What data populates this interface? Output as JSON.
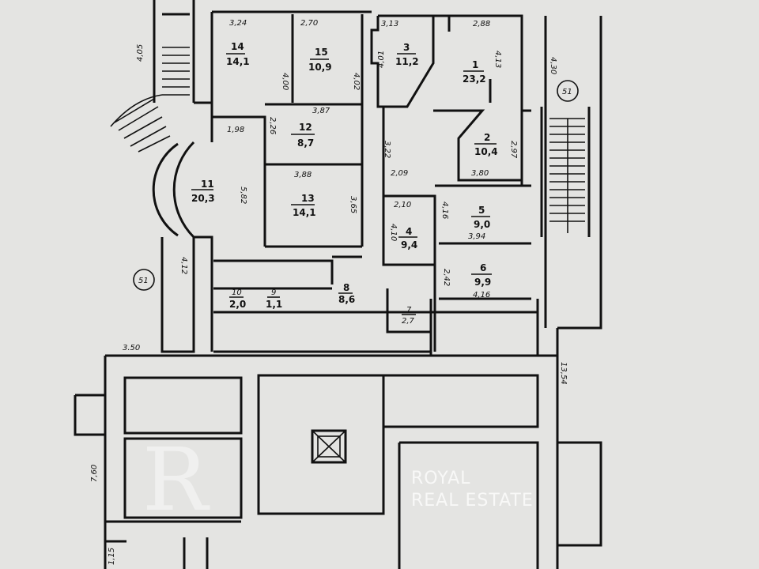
{
  "rooms": [
    {
      "number": "1",
      "area": "23,2"
    },
    {
      "number": "2",
      "area": "10,4"
    },
    {
      "number": "3",
      "area": "11,2"
    },
    {
      "number": "4",
      "area": "9,4"
    },
    {
      "number": "5",
      "area": "9,0"
    },
    {
      "number": "6",
      "area": "9,9"
    },
    {
      "number": "7",
      "area": "2,7"
    },
    {
      "number": "8",
      "area": "8,6"
    },
    {
      "number": "9",
      "area": "1,1"
    },
    {
      "number": "10",
      "area": "2,0"
    },
    {
      "number": "11",
      "area": "20,3"
    },
    {
      "number": "12",
      "area": "8,7"
    },
    {
      "number": "13",
      "area": "14,1"
    },
    {
      "number": "14",
      "area": "14,1"
    },
    {
      "number": "15",
      "area": "10,9"
    }
  ],
  "dimensions": {
    "d324": "3,24",
    "d270": "2,70",
    "d313": "3,13",
    "d288": "2,88",
    "d400": "4,00",
    "d402": "4,02",
    "d401": "4,01",
    "d413": "4,13",
    "d405": "4,05",
    "d430": "4,30",
    "d198": "1,98",
    "d226": "2,26",
    "d387": "3,87",
    "d322": "3,22",
    "d297": "2,97",
    "d209": "2,09",
    "d380": "3,80",
    "d388": "3,88",
    "d365": "3,65",
    "d582": "5,82",
    "d210": "2,10",
    "d416a": "4,16",
    "d410": "4,10",
    "d394": "3,94",
    "d242": "2,42",
    "d416b": "4,16",
    "d412": "4,12",
    "d350": "3.50",
    "d1354": "13,54",
    "d760": "7,60",
    "d115": "1,15"
  },
  "markers": {
    "left": "51",
    "right": "51"
  },
  "watermark": {
    "brand": "ROYAL",
    "sub": "REAL ESTATE",
    "mark": "R"
  }
}
